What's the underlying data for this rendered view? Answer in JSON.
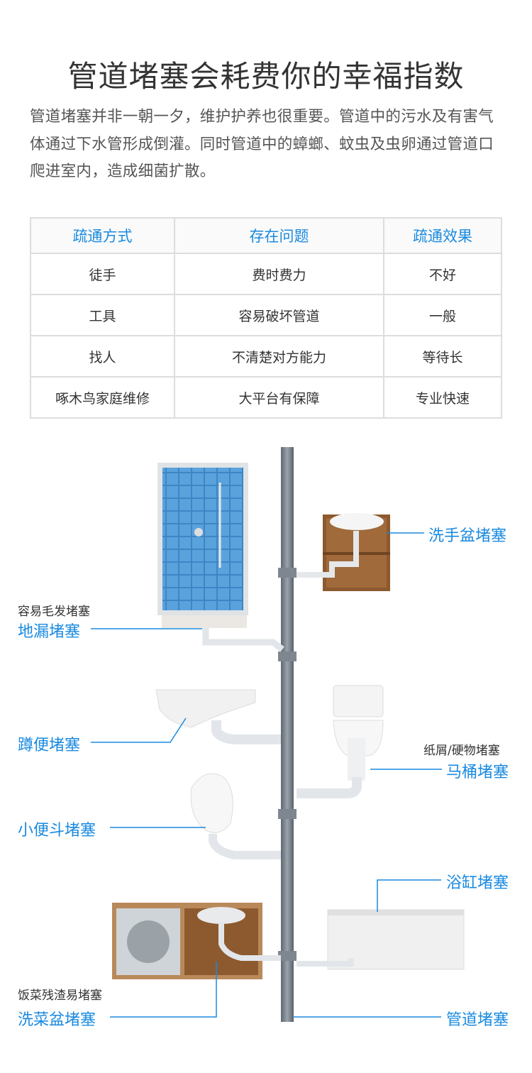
{
  "title": "管道堵塞会耗费你的幸福指数",
  "intro": "管道堵塞并非一朝一夕，维护护养也很重要。管道中的污水及有害气体通过下水管形成倒灌。同时管道中的蟑螂、蚊虫及虫卵通过管道口爬进室内，造成细菌扩散。",
  "table": {
    "headers": [
      "疏通方式",
      "存在问题",
      "疏通效果"
    ],
    "rows": [
      [
        "徒手",
        "费时费力",
        "不好"
      ],
      [
        "工具",
        "容易破坏管道",
        "一般"
      ],
      [
        "找人",
        "不清楚对方能力",
        "等待长"
      ],
      [
        "啄木鸟家庭维修",
        "大平台有保障",
        "专业快速"
      ]
    ]
  },
  "diagram": {
    "basin": "洗手盆堵塞",
    "floor_drain_note": "容易毛发堵塞",
    "floor_drain": "地漏堵塞",
    "squat": "蹲便堵塞",
    "toilet_note": "纸屑/硬物堵塞",
    "toilet": "马桶堵塞",
    "urinal": "小便斗堵塞",
    "bathtub": "浴缸堵塞",
    "sink_note": "饭菜残渣易堵塞",
    "sink": "洗菜盆堵塞",
    "pipe": "管道堵塞"
  },
  "colors": {
    "accent": "#1a8ae0"
  }
}
